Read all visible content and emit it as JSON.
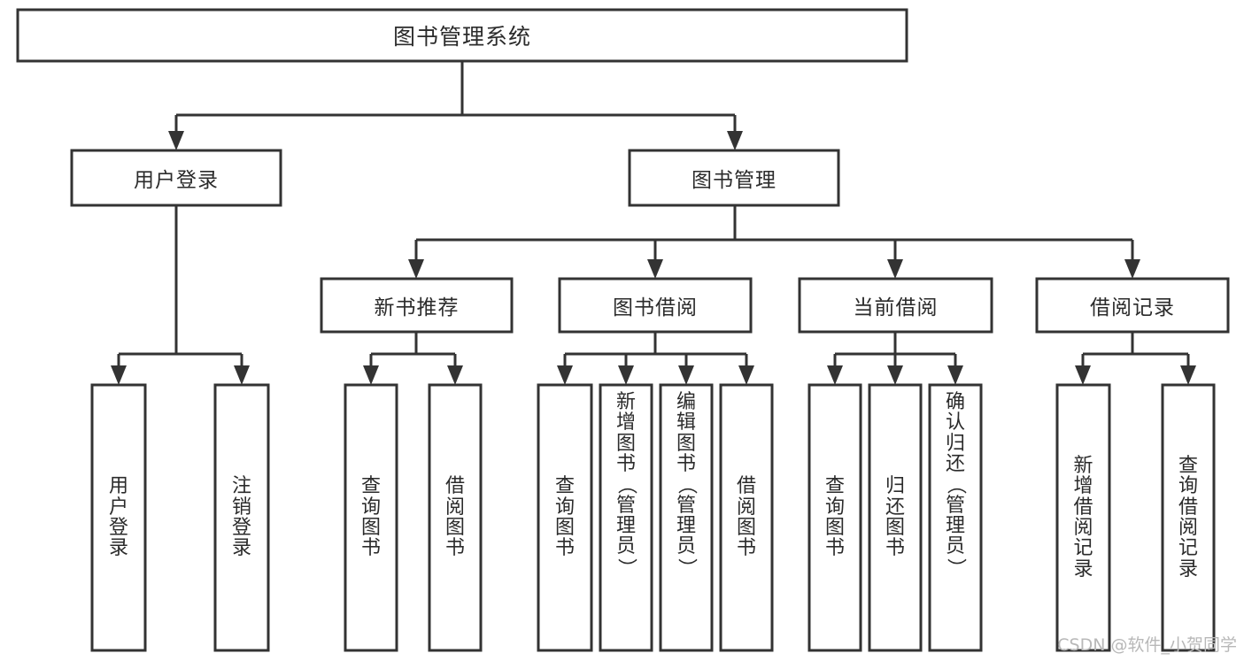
{
  "diagram": {
    "title": "图书管理系统",
    "type": "tree",
    "watermark": "CSDN @软件_小贺同学",
    "root": {
      "label": "图书管理系统",
      "id": "root"
    },
    "level2": [
      {
        "id": "user-login",
        "label": "用户登录"
      },
      {
        "id": "book-manage",
        "label": "图书管理"
      }
    ],
    "level3": [
      {
        "id": "new-book-recommend",
        "label": "新书推荐",
        "parent": "book-manage"
      },
      {
        "id": "book-borrow",
        "label": "图书借阅",
        "parent": "book-manage"
      },
      {
        "id": "current-borrow",
        "label": "当前借阅",
        "parent": "book-manage"
      },
      {
        "id": "borrow-record",
        "label": "借阅记录",
        "parent": "book-manage"
      }
    ],
    "leaves": [
      {
        "id": "leaf-user-login",
        "label": "用户登录",
        "parent": "user-login"
      },
      {
        "id": "leaf-logout-login",
        "label": "注销登录",
        "parent": "user-login"
      },
      {
        "id": "leaf-query-book-rec",
        "label": "查询图书",
        "parent": "new-book-recommend"
      },
      {
        "id": "leaf-borrow-book-rec",
        "label": "借阅图书",
        "parent": "new-book-recommend"
      },
      {
        "id": "leaf-query-book-borrow",
        "label": "查询图书",
        "parent": "book-borrow"
      },
      {
        "id": "leaf-add-book",
        "label": "新增图书（管理员）",
        "parent": "book-borrow"
      },
      {
        "id": "leaf-edit-book",
        "label": "编辑图书（管理员）",
        "parent": "book-borrow"
      },
      {
        "id": "leaf-borrow-book",
        "label": "借阅图书",
        "parent": "book-borrow"
      },
      {
        "id": "leaf-query-book-cur",
        "label": "查询图书",
        "parent": "current-borrow"
      },
      {
        "id": "leaf-return-book",
        "label": "归还图书",
        "parent": "current-borrow"
      },
      {
        "id": "leaf-confirm-return",
        "label": "确认归还（管理员）",
        "parent": "current-borrow"
      },
      {
        "id": "leaf-add-record",
        "label": "新增借阅记录",
        "parent": "borrow-record"
      },
      {
        "id": "leaf-query-record",
        "label": "查询借阅记录",
        "parent": "borrow-record"
      }
    ],
    "colors": {
      "stroke": "#333333",
      "fill": "#ffffff",
      "text": "#2b2b2b",
      "watermark": "#b8b8b8"
    }
  }
}
